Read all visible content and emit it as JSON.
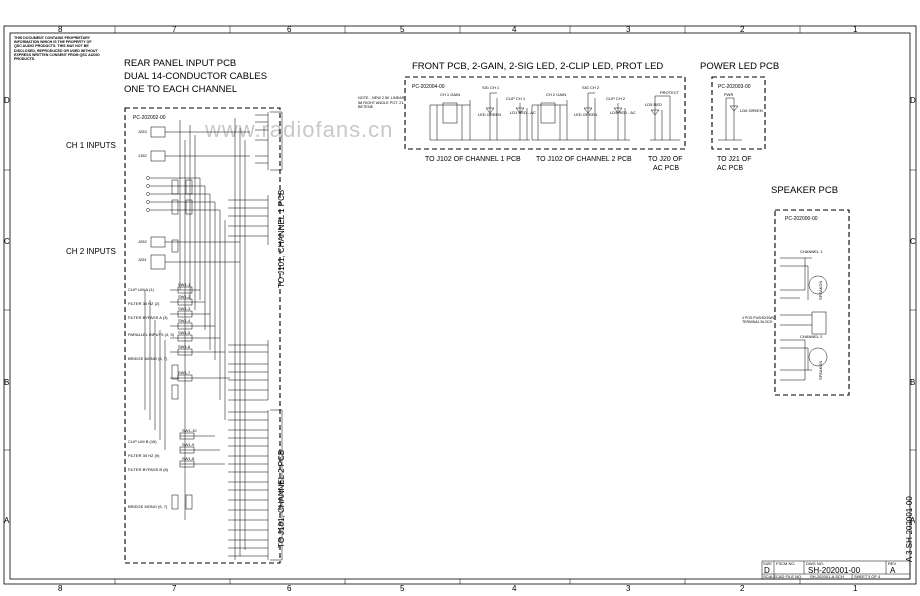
{
  "border": {
    "columns": [
      "8",
      "7",
      "6",
      "5",
      "4",
      "3",
      "2",
      "1"
    ],
    "rows": [
      "D",
      "C",
      "B",
      "A"
    ]
  },
  "notice": "THIS DOCUMENT CONTAINS PROPRIETARY INFORMATION WHICH IS THE PROPERTY OF QSC AUDIO PRODUCTS. THIS MAY NOT BE DISCLOSED, REPRODUCED OR USED WITHOUT EXPRESS WRITTEN CONSENT FROM QSC AUDIO PRODUCTS.",
  "watermark": "www.radiofans.cn",
  "rear_panel": {
    "title_lines": [
      "REAR PANEL INPUT PCB",
      "DUAL 14-CONDUCTOR CABLES",
      "ONE TO EACH CHANNEL"
    ],
    "pcb": "PC-202002-00",
    "ch1": "CH 1 INPUTS",
    "ch2": "CH 2 INPUTS",
    "jacks": [
      "J253",
      "J152",
      "J252",
      "J251"
    ],
    "to_ch1": "TO J101, CHANNEL 1 PCB",
    "to_ch2": "TO J101, CHANNEL 2 PCB",
    "switch_labels": [
      "CLIP LIM A (1)",
      "FILTER 30 HZ (2)",
      "FILTER BYPASS A (3)",
      "PARALLEL INPUTS (4, 5)",
      "BRIDGE MONO (6, 7)",
      "CLIP LIM B (16)",
      "FILTER 30 HZ (9)",
      "FILTER BYPASS B (8)",
      "BRIDGE MONO (6, 7)"
    ],
    "switches": [
      "SW1-1",
      "SW1-2",
      "SW1-3",
      "SW1-4",
      "SW1-5",
      "SW1-6",
      "SW1-7",
      "SW1-10",
      "SW1-9",
      "SW1-8"
    ]
  },
  "front_pcb": {
    "title": "FRONT PCB, 2-GAIN, 2-SIG LED, 2-CLIP LED, PROT LED",
    "pcb": "PC-202004-00",
    "note": "NOTE - NEW 2.5K LINEAR 58 RIGHT ANGLE POT, 21-BETENE",
    "labels": [
      "CH 1 GAIN",
      "SIG CH 1",
      "CLIP CH 1",
      "CH 2 GAIN",
      "SIG CH 2",
      "CLIP CH 2",
      "PROTECT"
    ],
    "leds": [
      "LED GREEN",
      "LD1 RED - AC",
      "LED GREEN",
      "LD4 RED - AC",
      "LD5 RED"
    ],
    "bottom": [
      "TO J102 OF CHANNEL 1 PCB",
      "TO J102 OF CHANNEL 2 PCB",
      "TO J20 OF",
      "AC PCB"
    ]
  },
  "power_led": {
    "title": "POWER LED PCB",
    "pcb": "PC-202003-00",
    "pwr": "PWR",
    "led": "LD6 GREEN",
    "bottom": [
      "TO J21 OF",
      "AC PCB"
    ]
  },
  "speaker": {
    "title": "SPEAKER PCB",
    "pcb": "PC-202000-00",
    "ch1": "CHANNEL 1",
    "ch2": "CHANNEL 2",
    "speakon": "SPEAKON",
    "block": "4 POS PUSHDOWN TERMINAL BLOCK"
  },
  "title_block": {
    "size_label": "SIZE",
    "size": "D",
    "fscm_label": "FSCM NO.",
    "dwg_label": "DWG NO.",
    "dwg": "SH-202001-00",
    "rev_label": "REV",
    "rev": "A",
    "scale_label": "SCALE",
    "cad_label": "CAD FILE NO.",
    "cad": "SH-202001-A.SCH",
    "sheet_label": "SHEET",
    "sheet": "3 OF 4",
    "side": "A  3  SH-202001-00"
  }
}
